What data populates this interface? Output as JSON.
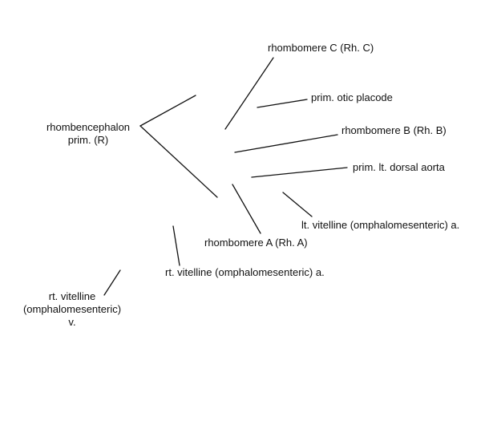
{
  "labels": {
    "rhombencephalon": {
      "line1": "rhombencephalon",
      "line2": "prim. (R)"
    },
    "rhombomere_c": "rhombomere C (Rh. C)",
    "otic_placode": "prim. otic placode",
    "rhombomere_b": "rhombomere B (Rh. B)",
    "dorsal_aorta": "prim. lt. dorsal aorta",
    "lt_vitelline_artery": "lt. vitelline (omphalomesenteric) a.",
    "rhombomere_a": "rhombomere A (Rh. A)",
    "rt_vitelline_artery": "rt. vitelline (omphalomesenteric) a.",
    "rt_vitelline_vein": {
      "line1": "rt. vitelline",
      "line2": "(omphalomesenteric)",
      "line3": "v."
    }
  },
  "colors": {
    "line": "#111111",
    "text": "#111111",
    "background": "#ffffff"
  }
}
